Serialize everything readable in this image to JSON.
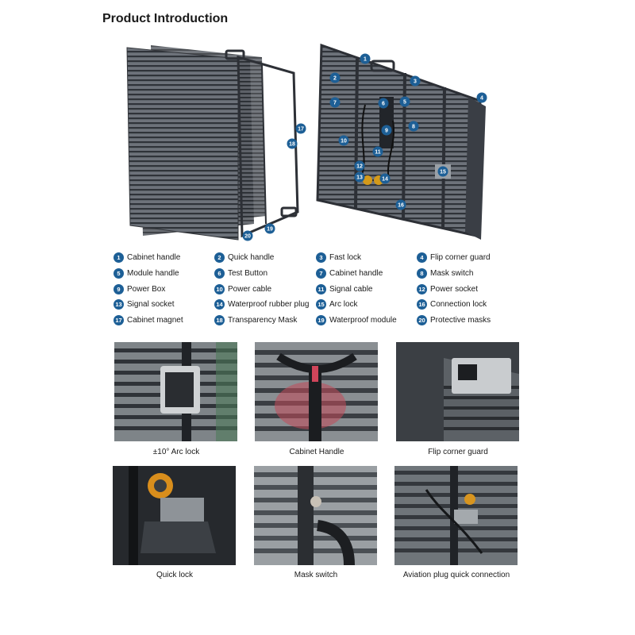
{
  "title": "Product Introduction",
  "legend": [
    {
      "num": "1",
      "label": "Cabinet handle"
    },
    {
      "num": "2",
      "label": "Quick handle"
    },
    {
      "num": "3",
      "label": "Fast lock"
    },
    {
      "num": "4",
      "label": "Flip corner guard"
    },
    {
      "num": "5",
      "label": "Module handle"
    },
    {
      "num": "6",
      "label": "Test Button"
    },
    {
      "num": "7",
      "label": "Cabinet handle"
    },
    {
      "num": "8",
      "label": "Mask switch"
    },
    {
      "num": "9",
      "label": "Power Box"
    },
    {
      "num": "10",
      "label": "Power cable"
    },
    {
      "num": "11",
      "label": "Signal cable"
    },
    {
      "num": "12",
      "label": "Power socket"
    },
    {
      "num": "13",
      "label": "Signal socket"
    },
    {
      "num": "14",
      "label": "Waterproof rubber plug"
    },
    {
      "num": "15",
      "label": "Arc lock"
    },
    {
      "num": "16",
      "label": "Connection lock"
    },
    {
      "num": "17",
      "label": "Cabinet magnet"
    },
    {
      "num": "18",
      "label": "Transparency Mask"
    },
    {
      "num": "19",
      "label": "Waterproof module"
    },
    {
      "num": "20",
      "label": "Protective masks"
    }
  ],
  "photos": [
    {
      "caption": "±10° Arc lock"
    },
    {
      "caption": "Cabinet Handle"
    },
    {
      "caption": "Flip corner guard"
    },
    {
      "caption": "Quick lock"
    },
    {
      "caption": "Mask switch"
    },
    {
      "caption": "Aviation plug quick connection"
    }
  ],
  "colors": {
    "badge": "#1d5f96",
    "panel": "#4a4e55",
    "frame": "#2d3036"
  }
}
